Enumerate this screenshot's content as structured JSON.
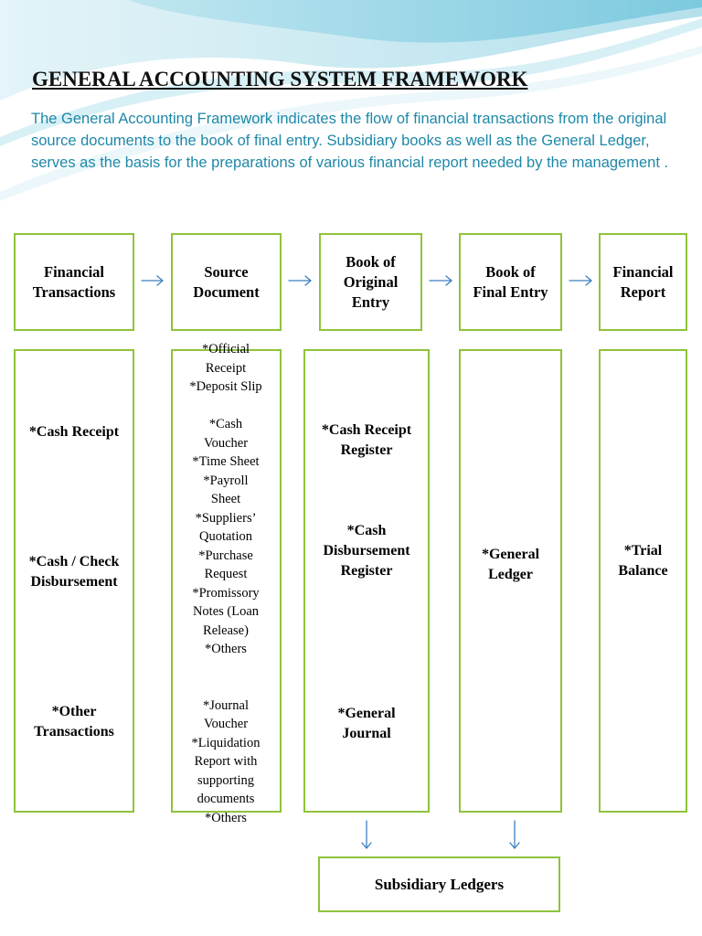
{
  "title": "GENERAL ACCOUNTING SYSTEM FRAMEWORK",
  "intro": "The General Accounting Framework indicates the flow of financial transactions from the original source  documents to the book of final entry. Subsidiary books as well as the General Ledger, serves as the basis for the preparations of various financial report needed by the management .",
  "headers": [
    "Financial\nTransactions",
    "Source\nDocument",
    "Book of\nOriginal\nEntry",
    "Book of\nFinal Entry",
    "Financial\nReport"
  ],
  "financial_transactions": [
    "*Cash Receipt",
    "*Cash / Check\nDisbursement",
    "*Other\nTransactions"
  ],
  "source_documents": "*Official\nReceipt\n*Deposit  Slip\n\n*Cash\nVoucher\n*Time Sheet\n*Payroll\nSheet\n*Suppliers’\nQuotation\n*Purchase\nRequest\n*Promissory\nNotes (Loan\nRelease)\n*Others\n\n\n*Journal\nVoucher\n*Liquidation\nReport with\nsupporting\ndocuments\n*Others",
  "original_entry": [
    "*Cash Receipt\nRegister",
    "*Cash\nDisbursement\nRegister",
    "*General\nJournal"
  ],
  "final_entry": "*General\nLedger",
  "financial_report": "*Trial\nBalance",
  "subsidiary": "Subsidiary Ledgers",
  "colors": {
    "border": "#8fc33a",
    "arrow": "#3a7fc0",
    "intro_text": "#1e88a8"
  }
}
